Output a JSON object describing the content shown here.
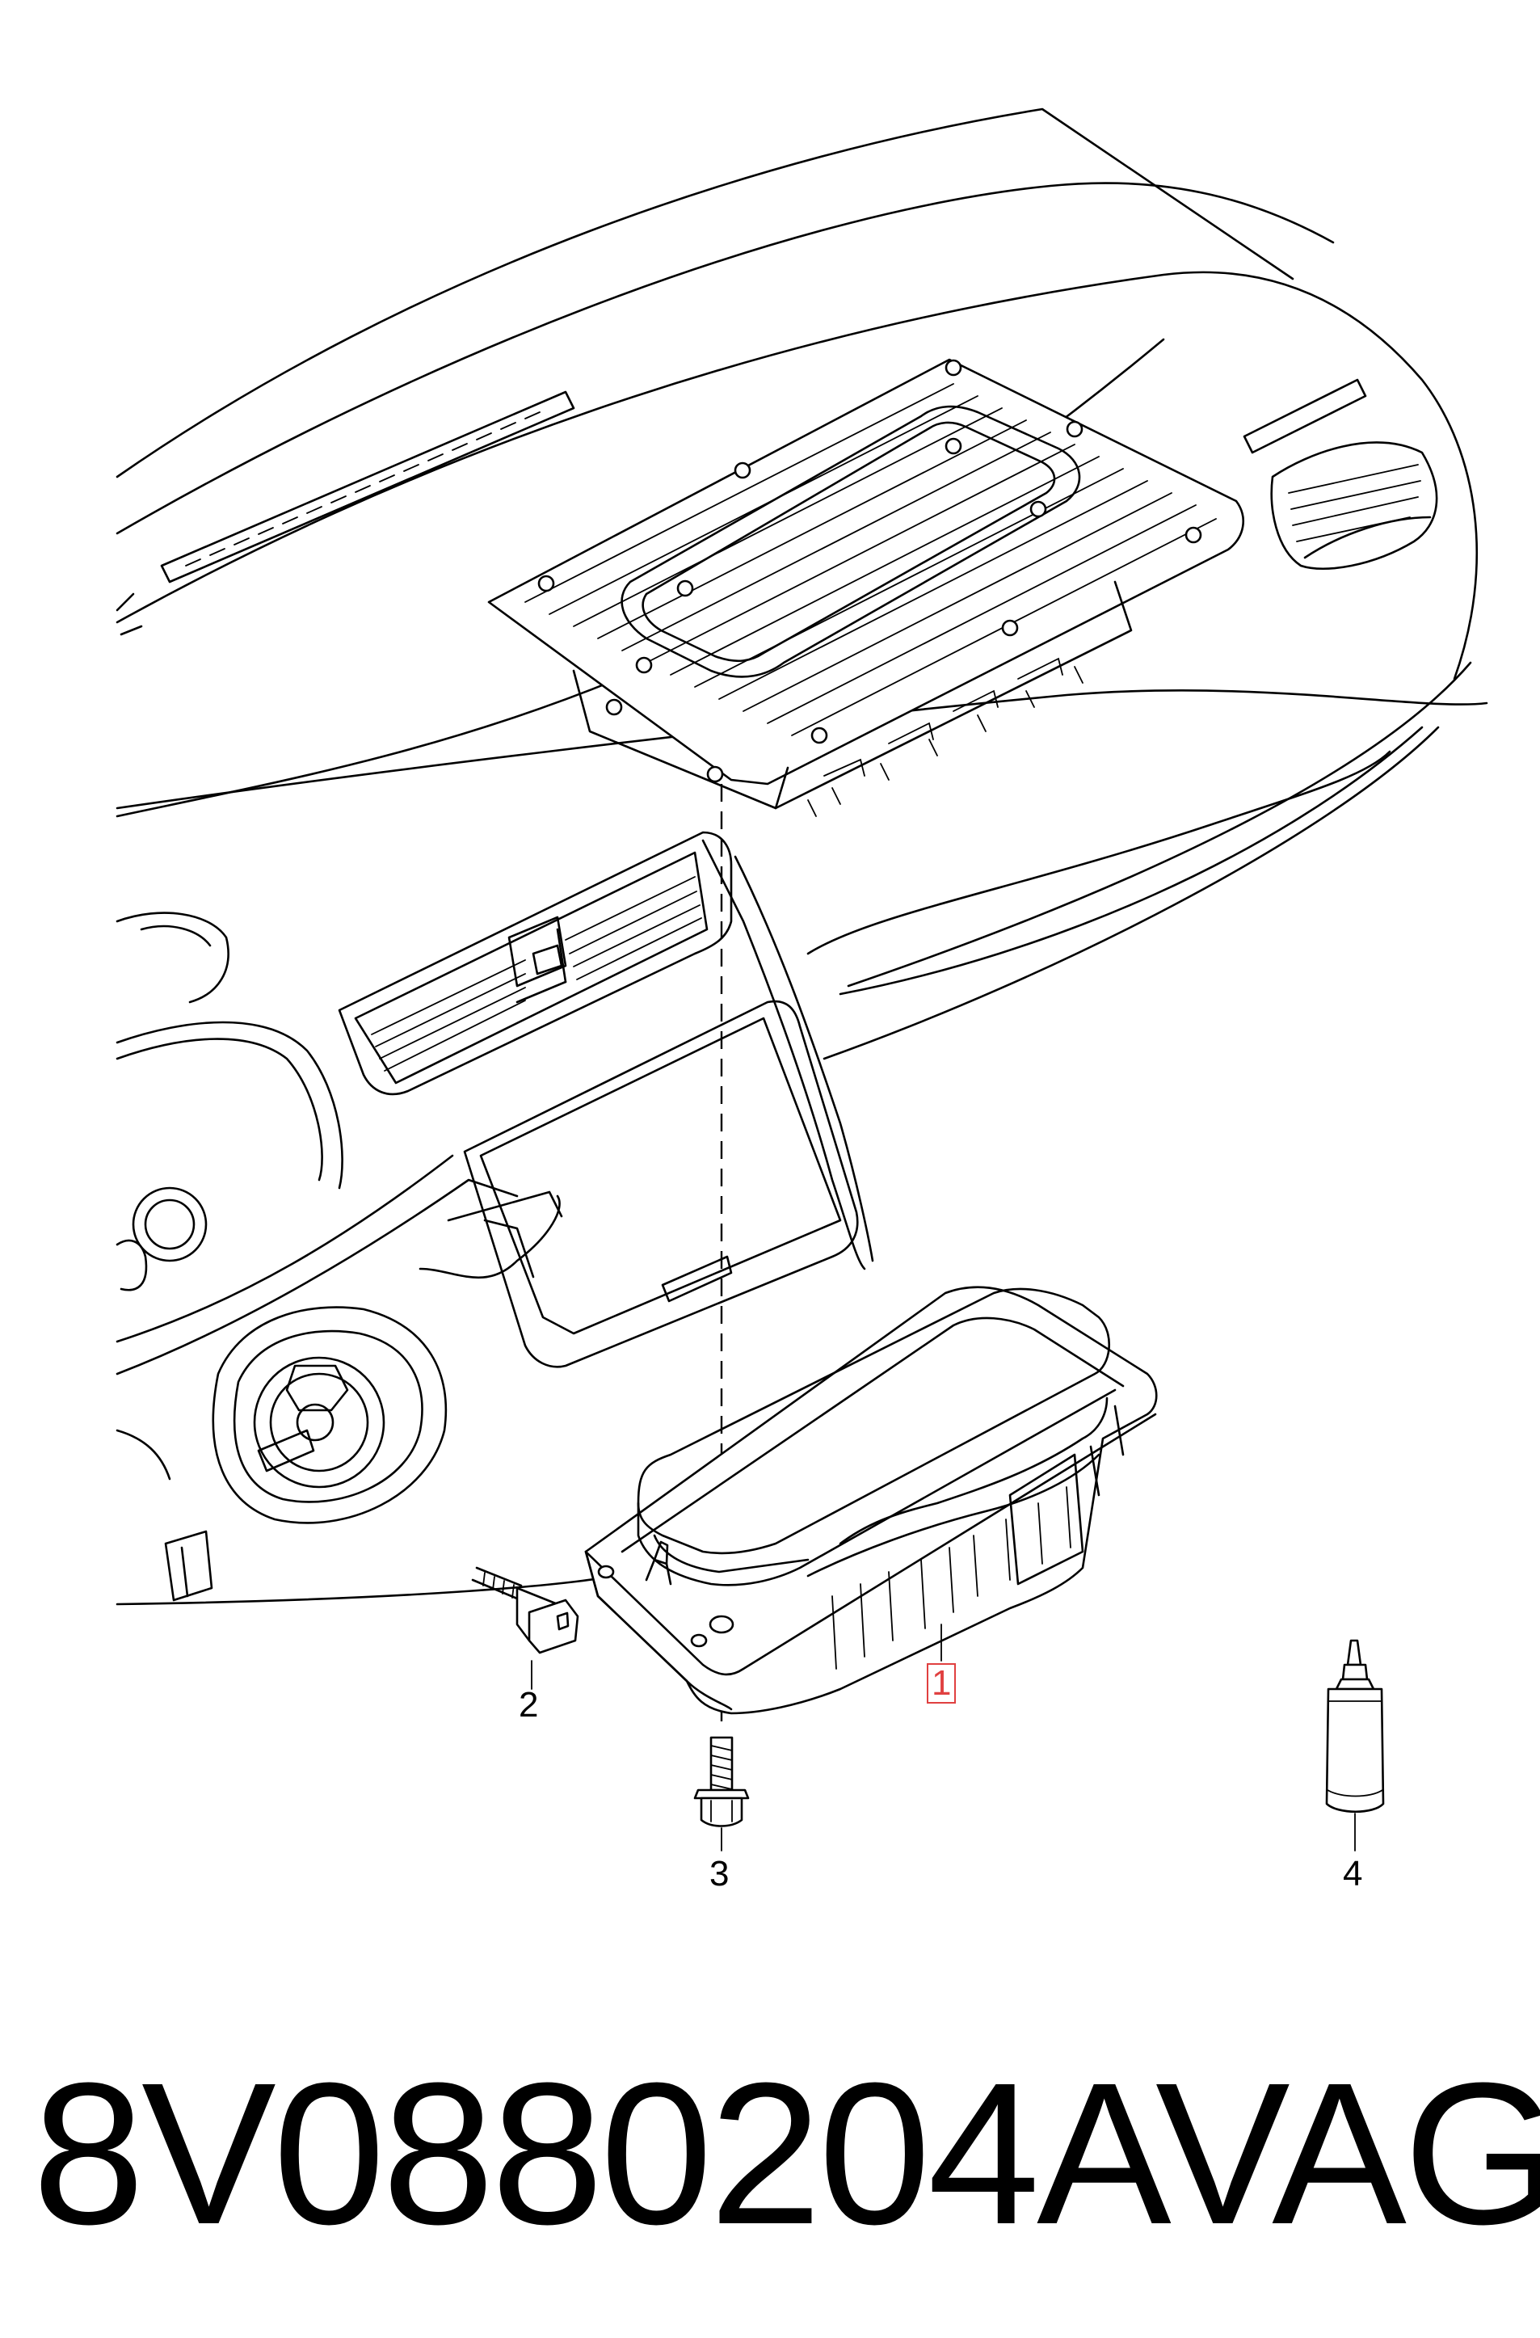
{
  "callouts": [
    {
      "id": "1",
      "label": "1"
    },
    {
      "id": "2",
      "label": "2"
    },
    {
      "id": "3",
      "label": "3"
    },
    {
      "id": "4",
      "label": "4"
    }
  ],
  "footer": {
    "part_number": "8V0880204A",
    "brand": "VAG"
  },
  "colors": {
    "line": "#000000",
    "highlight": "#e04040",
    "background": "#ffffff"
  }
}
